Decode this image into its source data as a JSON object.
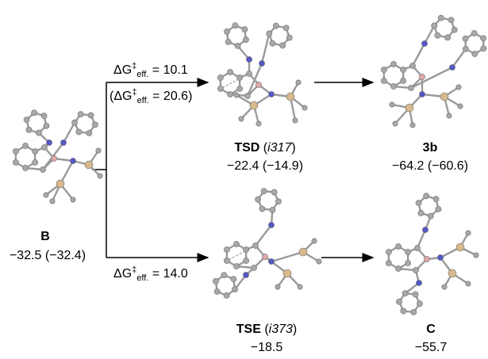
{
  "colors": {
    "carbon": "#a8a8a8",
    "carbon_edge": "#6e6e6e",
    "bond": "#9a9a9a",
    "nitrogen": "#5457c4",
    "boron": "#e1a8a8",
    "silicon": "#d7b98c",
    "arrow": "#000000"
  },
  "species": {
    "B": {
      "name": "B",
      "energy": "−32.5 (−32.4)"
    },
    "TSD": {
      "name": "TSD",
      "freq": "i317",
      "energy": "−22.4 (−14.9)"
    },
    "3b": {
      "name": "3b",
      "energy": "−64.2 (−60.6)"
    },
    "TSE": {
      "name": "TSE",
      "freq": "i373",
      "energy": "−18.5"
    },
    "C": {
      "name": "C",
      "energy": "−55.7"
    }
  },
  "barriers": {
    "upper": {
      "prefix": "ΔG",
      "sup": "‡",
      "sub": "eff.",
      "value": " = 10.1"
    },
    "upper_alt": {
      "open": "(",
      "prefix": "ΔG",
      "sup": "‡",
      "sub": "eff.",
      "value": " = 20.6)"
    },
    "lower": {
      "prefix": "ΔG",
      "sup": "‡",
      "sub": "eff.",
      "value": " = 14.0"
    }
  }
}
